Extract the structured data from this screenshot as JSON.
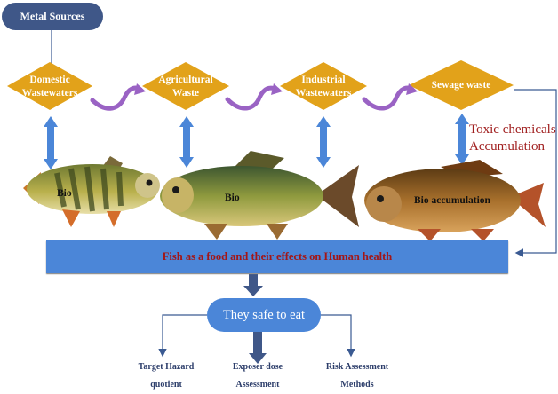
{
  "source": {
    "label": "Metal Sources"
  },
  "diamonds": [
    {
      "line1": "Domestic",
      "line2": "Wastewaters"
    },
    {
      "line1": "Agricultural",
      "line2": "Waste"
    },
    {
      "line1": "Industrial",
      "line2": "Wastewaters"
    },
    {
      "line1": "Sewage waste",
      "line2": ""
    }
  ],
  "toxic": {
    "line1": "Toxic chemicals",
    "line2": "Accumulation"
  },
  "fish_labels": [
    "Bio",
    "Bio",
    "Bio accumulation"
  ],
  "band": {
    "label": "Fish as a food and their effects on Human health"
  },
  "safe": {
    "label": "They safe to eat"
  },
  "outcomes": [
    {
      "line1": "Target Hazard",
      "line2": "quotient"
    },
    {
      "line1": "Exposer dose",
      "line2": "Assessment"
    },
    {
      "line1": "Risk Assessment",
      "line2": "Methods"
    }
  ],
  "colors": {
    "source_box": "#3f5788",
    "diamond": "#e2a21a",
    "connector": "#9a63c4",
    "arrow": "#4b86d8",
    "band": "#4b86d8",
    "band_text": "#a31616",
    "toxic_text": "#a01e1e",
    "outcome_text": "#2c3d6a",
    "line": "#3a5a92"
  }
}
